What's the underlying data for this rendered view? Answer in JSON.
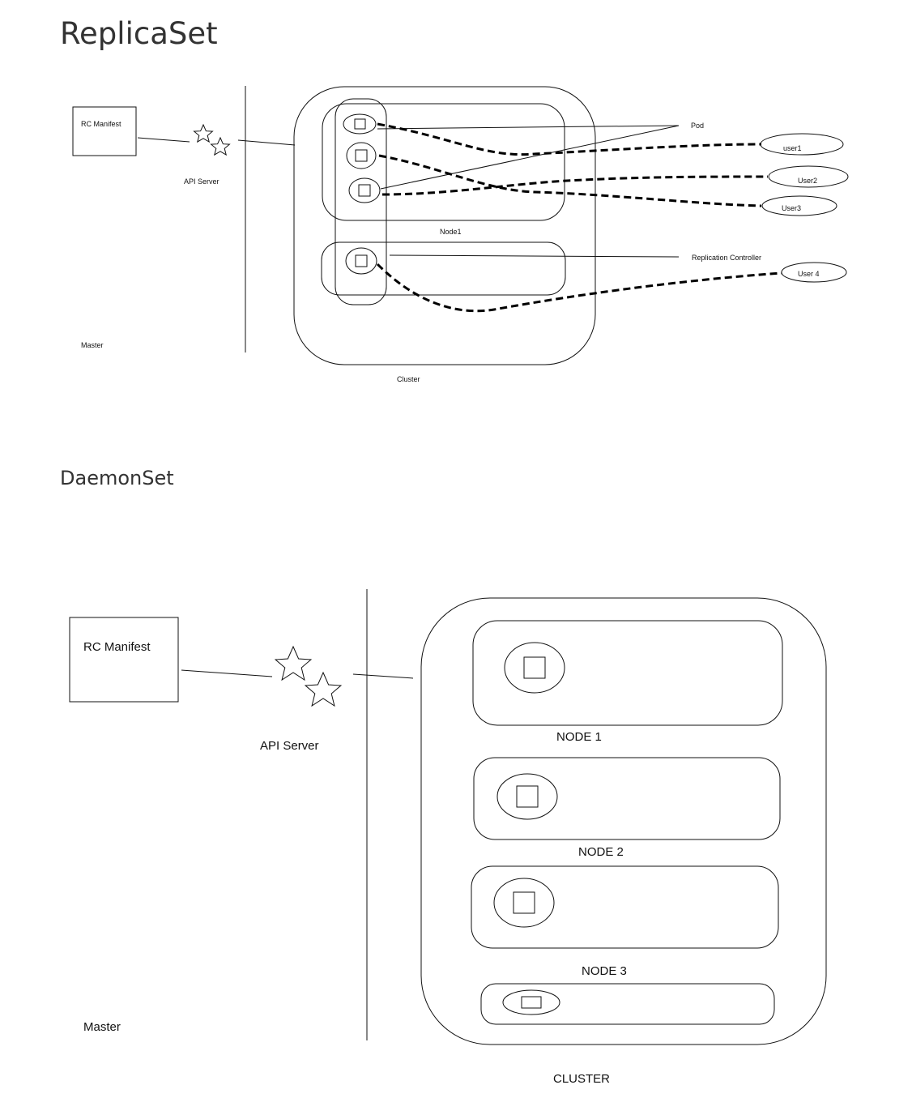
{
  "replicaset": {
    "title": "ReplicaSet",
    "rc_manifest": "RC Manifest",
    "api_server": "API Server",
    "master": "Master",
    "cluster": "Cluster",
    "node1": "Node1",
    "pod": "Pod",
    "replication_controller": "Replication Controller",
    "users": [
      "user1",
      "User2",
      "User3",
      "User 4"
    ]
  },
  "daemonset": {
    "title": "DaemonSet",
    "rc_manifest": "RC Manifest",
    "api_server": "API Server",
    "master": "Master",
    "cluster": "CLUSTER",
    "nodes": [
      "NODE 1",
      "NODE 2",
      "NODE 3"
    ]
  }
}
